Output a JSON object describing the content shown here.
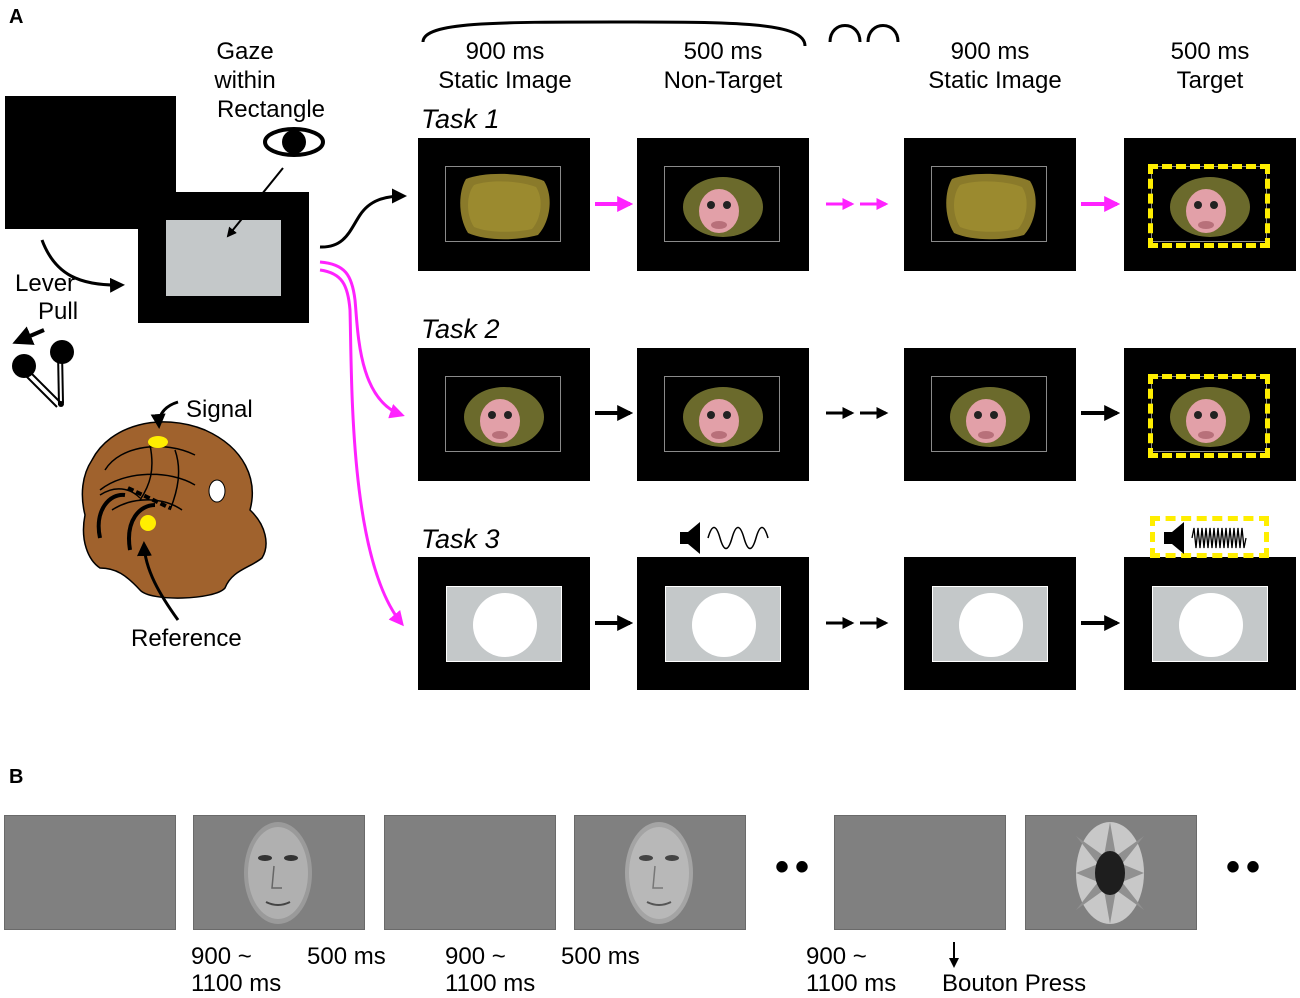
{
  "panels": {
    "a": "A",
    "b": "B"
  },
  "panel_a": {
    "gaze_label": [
      "Gaze",
      "within",
      "Rectangle"
    ],
    "lever_label": [
      "Lever",
      "Pull"
    ],
    "signal_label": "Signal",
    "reference_label": "Reference",
    "timing_headers": [
      {
        "duration": "900 ms",
        "desc": "Static Image"
      },
      {
        "duration": "500 ms",
        "desc": "Non-Target"
      },
      {
        "duration": "900 ms",
        "desc": "Static Image"
      },
      {
        "duration": "500 ms",
        "desc": "Target"
      }
    ],
    "tasks": [
      "Task 1",
      "Task 2",
      "Task 3"
    ]
  },
  "panel_b": {
    "timings": [
      {
        "line1": "900 ~",
        "line2": "1100 ms"
      },
      {
        "line1": "500 ms",
        "line2": ""
      },
      {
        "line1": "900 ~",
        "line2": "1100 ms"
      },
      {
        "line1": "500 ms",
        "line2": ""
      },
      {
        "line1": "900 ~",
        "line2": "1100 ms"
      }
    ],
    "press_label": "Bouton Press"
  },
  "colors": {
    "magenta": "#ff22ff",
    "yellow": "#ffee00",
    "head": "#a0622d",
    "screen_gray": "#c4c8c9",
    "panel_b_gray": "#808080"
  }
}
